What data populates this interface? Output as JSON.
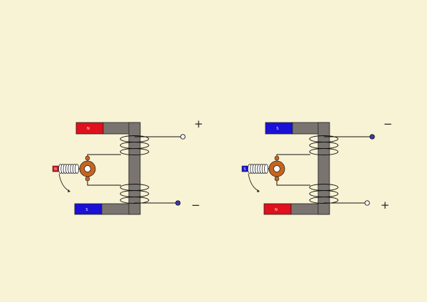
{
  "colors": {
    "background": "#f8f3d5",
    "core": "#7a7470",
    "pole_red": "#e0101c",
    "pole_blue": "#1a10d8",
    "rotor": "#c8641e",
    "terminal_filled": "#3a3ab0",
    "wire": "#111111"
  },
  "diagrams": [
    {
      "top_magnet_color": "red",
      "bottom_magnet_color": "blue",
      "top_magnet_label": "N",
      "bottom_magnet_label": "S",
      "small_magnet_label": "N",
      "small_magnet_color": "red",
      "top_terminal_sign": "+",
      "bottom_terminal_sign": "−",
      "top_terminal_filled": false,
      "bottom_terminal_filled": true
    },
    {
      "top_magnet_color": "blue",
      "bottom_magnet_color": "red",
      "top_magnet_label": "S",
      "bottom_magnet_label": "N",
      "small_magnet_label": "S",
      "small_magnet_color": "blue",
      "top_terminal_sign": "−",
      "bottom_terminal_sign": "+",
      "top_terminal_filled": true,
      "bottom_terminal_filled": false
    }
  ]
}
